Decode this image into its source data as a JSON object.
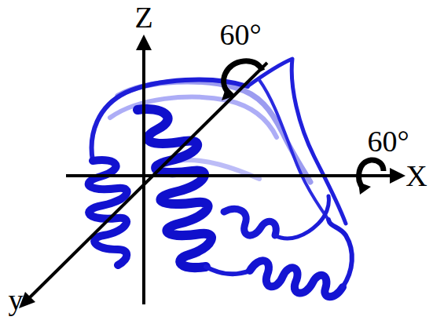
{
  "diagram": {
    "labels": [
      "Z",
      "60°",
      "60°",
      "X",
      "y"
    ]
  }
}
